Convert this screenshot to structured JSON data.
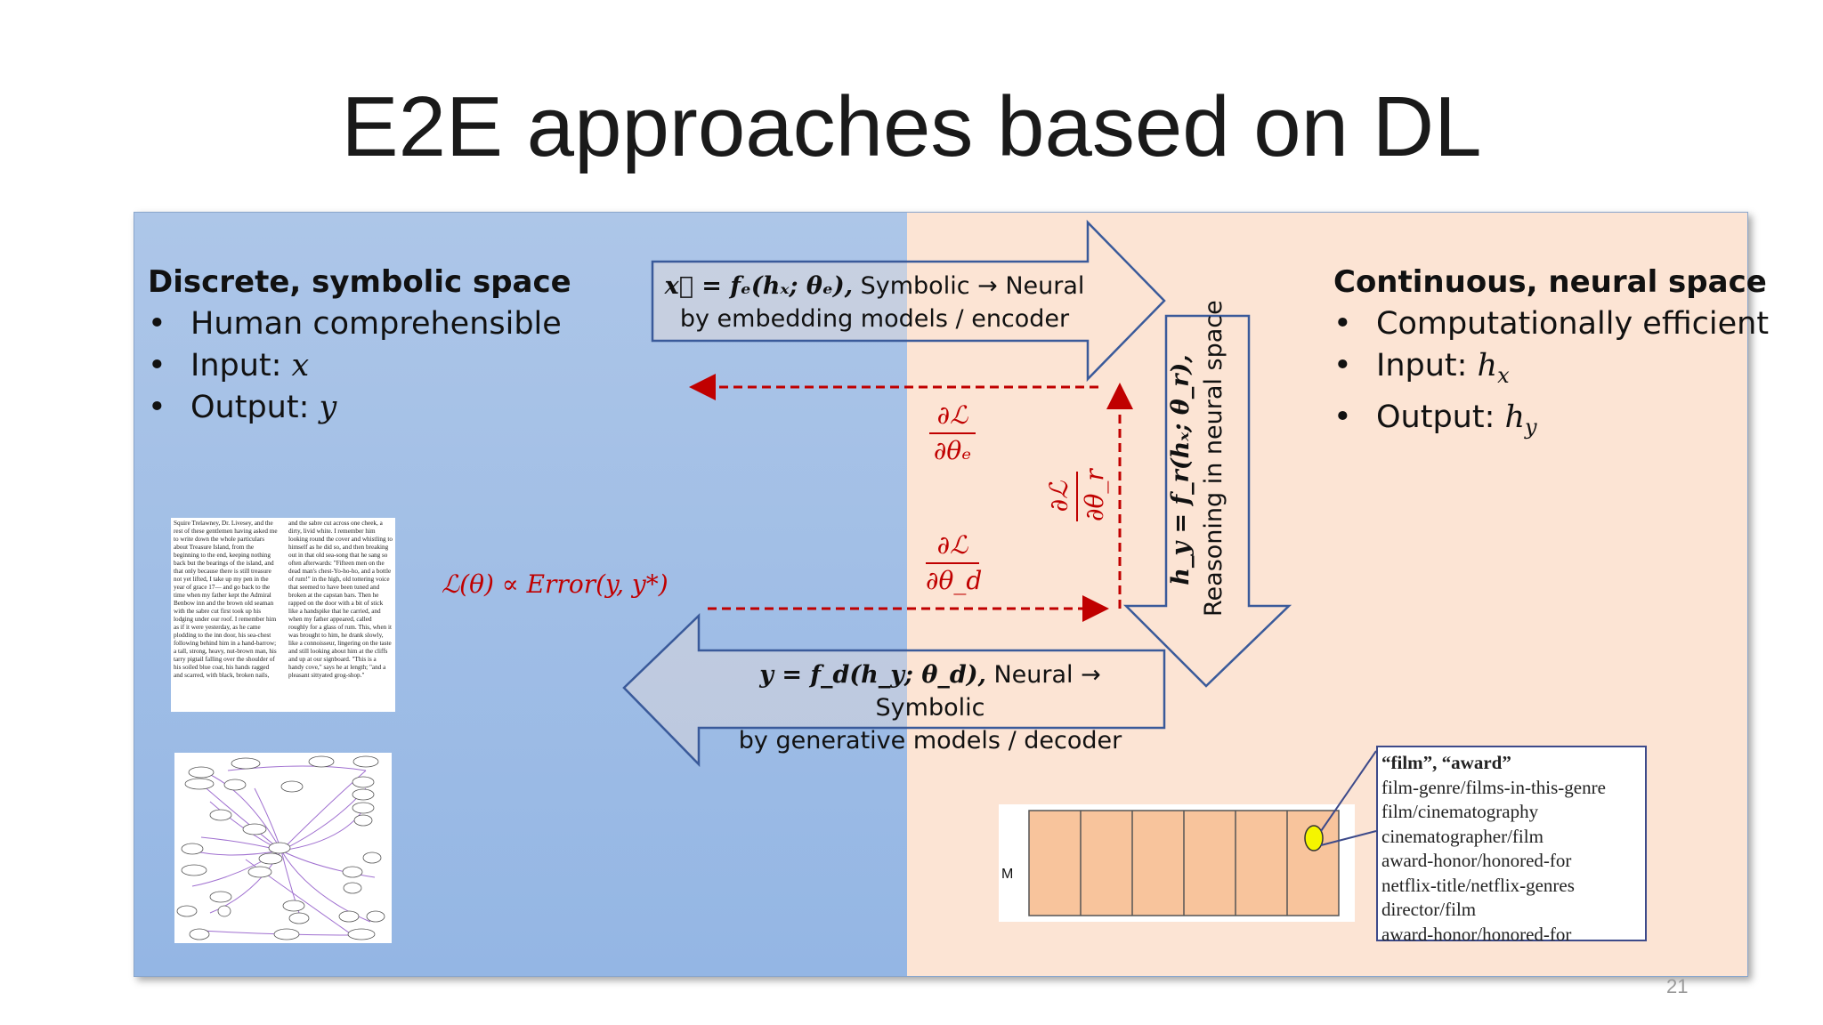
{
  "slide": {
    "title": "E2E approaches based on DL",
    "page_number": "21"
  },
  "left": {
    "heading": "Discrete, symbolic space",
    "bullets": [
      "Human comprehensible",
      "Input: ",
      "Output: "
    ],
    "input_var": "x",
    "output_var": "y"
  },
  "right": {
    "heading": "Continuous, neural space",
    "bullets": [
      "Computationally efficient",
      "Input: ",
      "Output: "
    ],
    "input_var": "h",
    "input_sub": "x",
    "output_var": "h",
    "output_sub": "y"
  },
  "arrows": {
    "encoder_formula": "x⃗ = fₑ(hₓ; θₑ),",
    "encoder_rest": " Symbolic → Neural",
    "encoder_line2": "by embedding models / encoder",
    "decoder_formula": "y = f_d(h_y; θ_d),",
    "decoder_rest": " Neural → Symbolic",
    "decoder_line2": "by generative models / decoder",
    "reasoning_formula": "h_y = f_r(hₓ; θ_r),",
    "reasoning_text": "Reasoning in neural space"
  },
  "gradients": {
    "loss": "ℒ(θ) ∝ Error(y, y*)",
    "numerator": "∂ℒ",
    "d_e": "∂θₑ",
    "d_d": "∂θ_d",
    "d_r": "∂θ_r"
  },
  "memory_label": "M",
  "relations": {
    "head": "“film”, “award”",
    "items": [
      "film-genre/films-in-this-genre",
      "film/cinematography",
      "cinematographer/film",
      "award-honor/honored-for",
      "netflix-title/netflix-genres",
      "director/film",
      "award-honor/honored-for"
    ]
  },
  "colors": {
    "left_panel": "#a8c3e8",
    "right_panel": "#fce4d4",
    "arrow_stroke": "#3a5a9a",
    "gradient_red": "#c00000",
    "memory_cell": "#f8c49c"
  }
}
